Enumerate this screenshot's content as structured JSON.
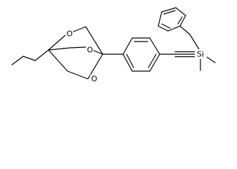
{
  "molecule": {
    "atoms": {
      "o_top": "O",
      "o_mid": "O",
      "o_bottom": "O",
      "si": "Si"
    },
    "colors": {
      "bond": "#000000",
      "label": "#000000",
      "background": "#ffffff"
    }
  }
}
